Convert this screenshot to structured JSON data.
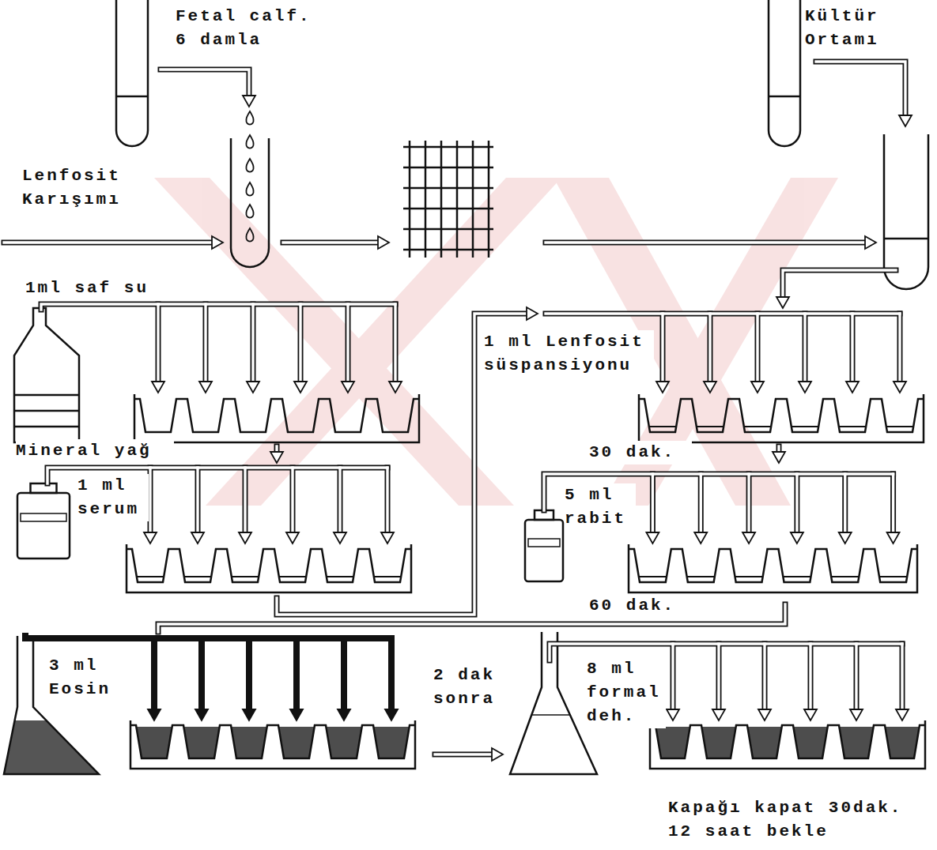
{
  "diagram": {
    "labels": [
      "Fetal calf. 6 damla",
      "Kültür Ortamı",
      "Lenfosit Karışımı",
      "1ml saf su",
      "1 ml Lenfosit süspansiyonu",
      "Mineral yağ",
      "30 dak.",
      "1 ml serum",
      "5 ml rabit",
      "60 dak.",
      "3 ml Eosin",
      "2 dak sonra",
      "8 ml formal deh.",
      "Kapağı kapat 30dak. 12 saat bekle"
    ]
  }
}
